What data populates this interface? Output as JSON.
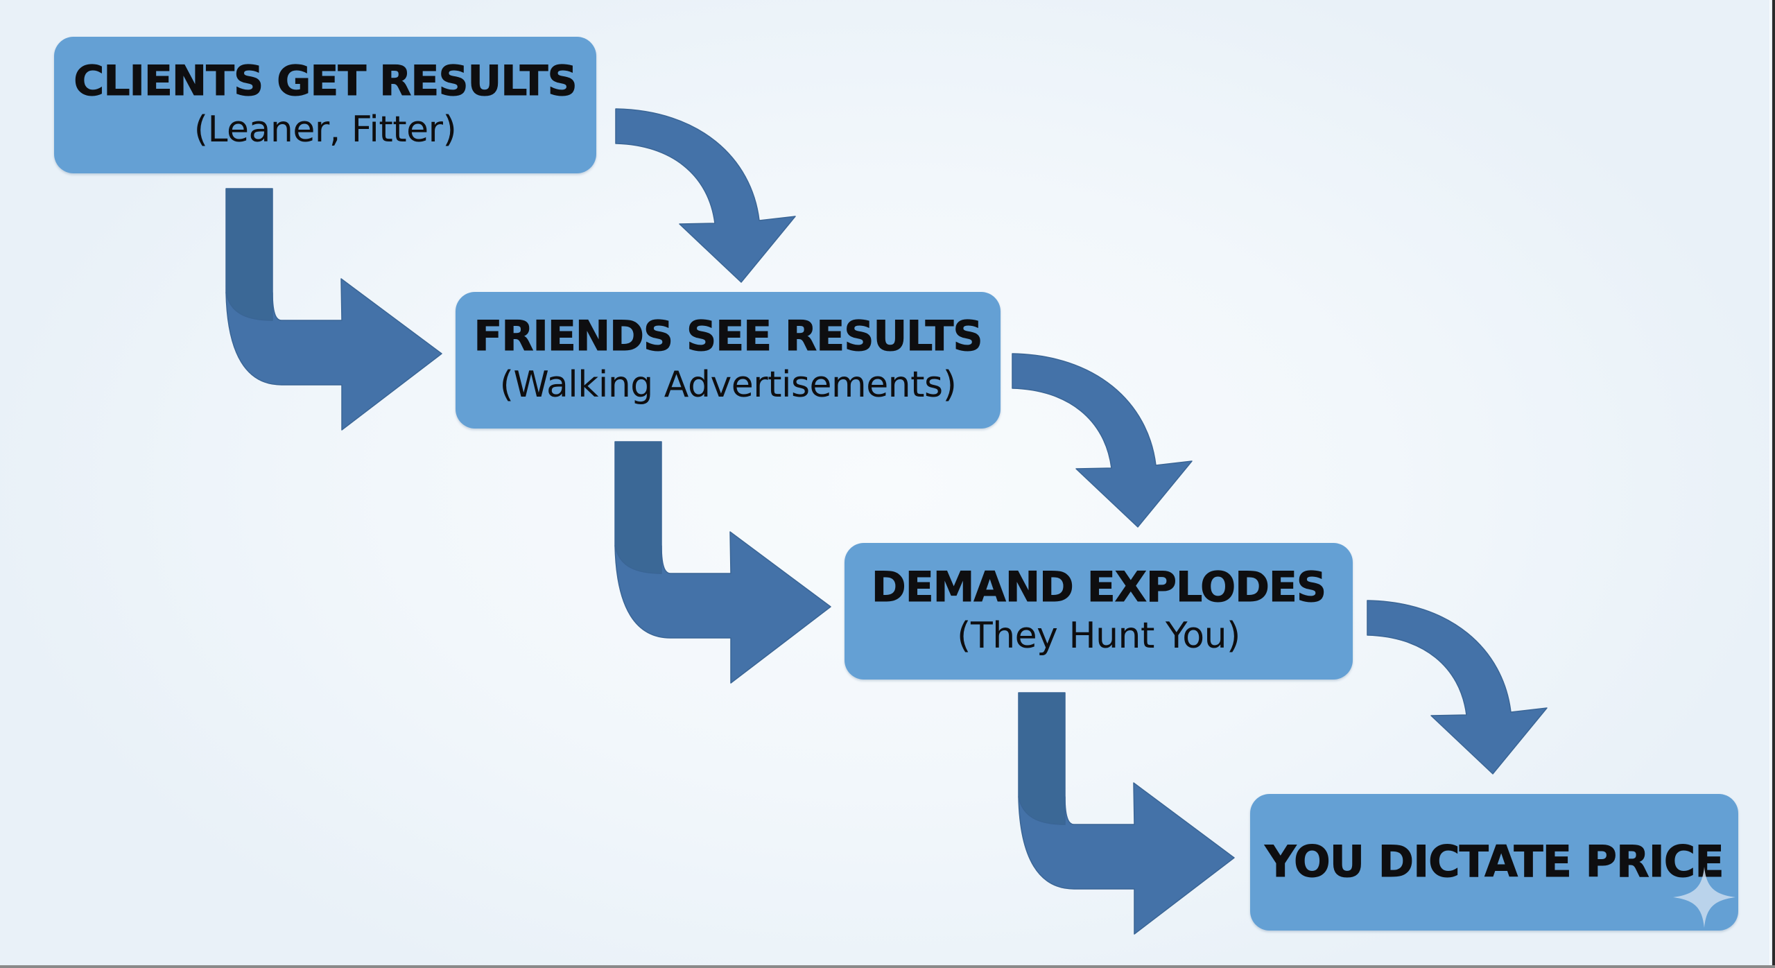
{
  "diagram": {
    "type": "flow-staircase",
    "direction": "top-left to bottom-right",
    "steps": [
      {
        "title": "CLIENTS GET RESULTS",
        "subtitle": "(Leaner, Fitter)"
      },
      {
        "title": "FRIENDS SEE RESULTS",
        "subtitle": "(Walking Advertisements)"
      },
      {
        "title": "DEMAND EXPLODES",
        "subtitle": "(They Hunt You)"
      },
      {
        "title": "YOU DICTATE PRICE",
        "subtitle": ""
      }
    ],
    "connectors": [
      {
        "from": 0,
        "to": 1,
        "style": "curved-arrow"
      },
      {
        "from": 0,
        "to": 1,
        "style": "elbow-arrow"
      },
      {
        "from": 1,
        "to": 2,
        "style": "curved-arrow"
      },
      {
        "from": 1,
        "to": 2,
        "style": "elbow-arrow"
      },
      {
        "from": 2,
        "to": 3,
        "style": "curved-arrow"
      },
      {
        "from": 2,
        "to": 3,
        "style": "elbow-arrow"
      }
    ]
  },
  "colors": {
    "background": "#eef4f9",
    "box_fill": "#64a0d4",
    "text": "#0e0e10",
    "arrow": "#4472a8",
    "arrow_stem": "#3b6896",
    "watermark": "#c9dcee"
  },
  "watermark": {
    "icon": "sparkle-icon"
  }
}
